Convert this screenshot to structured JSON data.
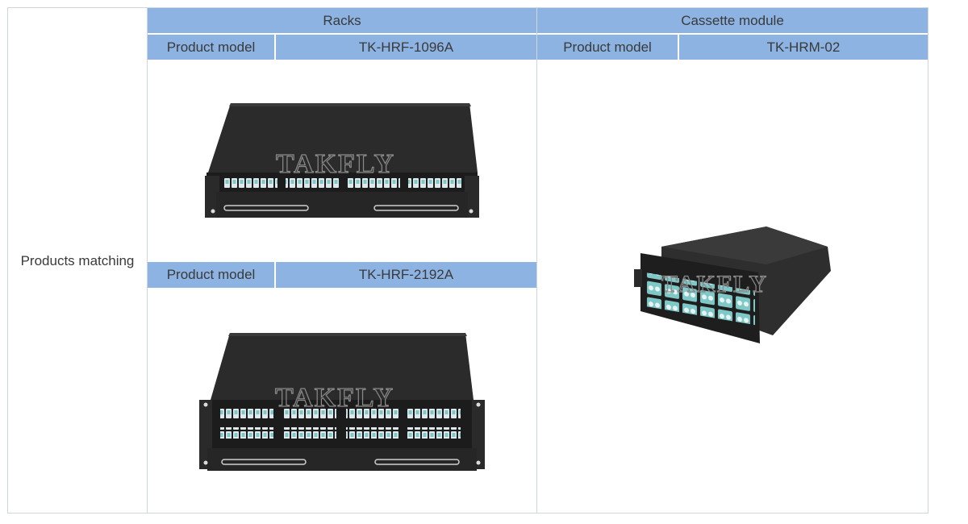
{
  "table": {
    "row_label": "Products matching",
    "racks": {
      "header": "Racks",
      "items": [
        {
          "label": "Product model",
          "model": "TK-HRF-1096A",
          "image": "1u-fiber-rack-image"
        },
        {
          "label": "Product model",
          "model": "TK-HRF-2192A",
          "image": "2u-fiber-rack-image"
        }
      ]
    },
    "cassette": {
      "header": "Cassette module",
      "label": "Product model",
      "model": "TK-HRM-02",
      "image": "mtp-cassette-module-image"
    }
  },
  "watermark": "TAKFLY",
  "colors": {
    "header_bg": "#8db3e2",
    "border": "#cfd6df",
    "device_body": "#2b2b2b",
    "adapter": "#7fc8c8"
  }
}
